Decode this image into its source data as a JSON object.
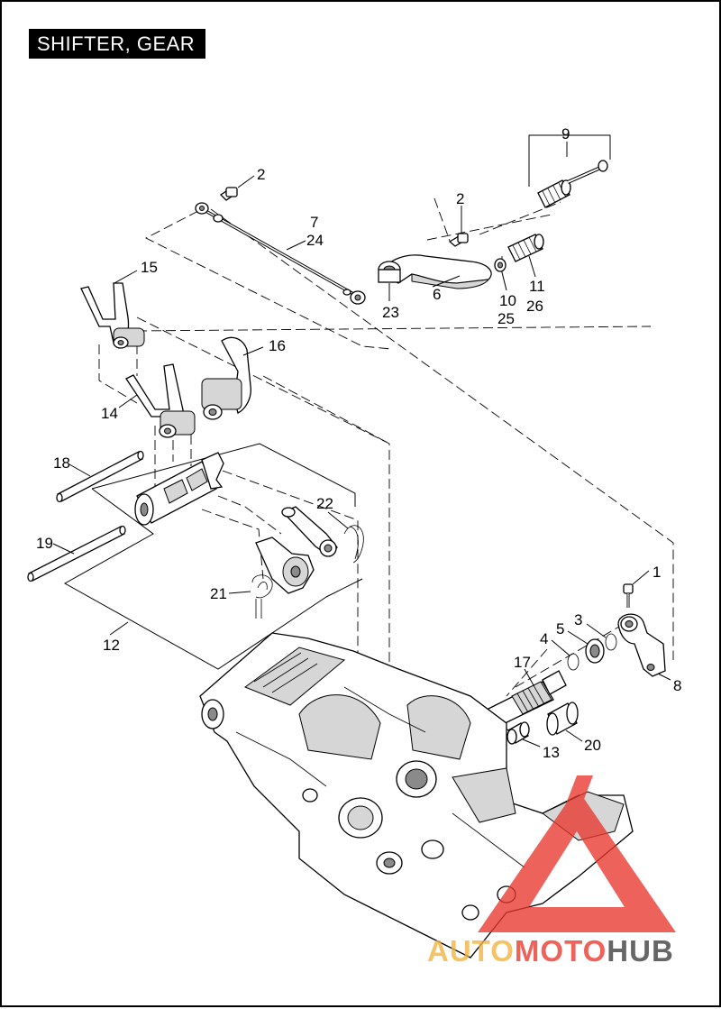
{
  "title": "SHIFTER, GEAR",
  "callouts": [
    {
      "id": "c1",
      "text": "1"
    },
    {
      "id": "c2a",
      "text": "2"
    },
    {
      "id": "c2b",
      "text": "2"
    },
    {
      "id": "c3",
      "text": "3"
    },
    {
      "id": "c4",
      "text": "4"
    },
    {
      "id": "c5",
      "text": "5"
    },
    {
      "id": "c6",
      "text": "6"
    },
    {
      "id": "c7",
      "text": "7"
    },
    {
      "id": "c24",
      "text": "24"
    },
    {
      "id": "c8",
      "text": "8"
    },
    {
      "id": "c9",
      "text": "9"
    },
    {
      "id": "c10",
      "text": "10"
    },
    {
      "id": "c25",
      "text": "25"
    },
    {
      "id": "c11",
      "text": "11"
    },
    {
      "id": "c26",
      "text": "26"
    },
    {
      "id": "c12",
      "text": "12"
    },
    {
      "id": "c13",
      "text": "13"
    },
    {
      "id": "c14",
      "text": "14"
    },
    {
      "id": "c15",
      "text": "15"
    },
    {
      "id": "c16",
      "text": "16"
    },
    {
      "id": "c17",
      "text": "17"
    },
    {
      "id": "c18",
      "text": "18"
    },
    {
      "id": "c19",
      "text": "19"
    },
    {
      "id": "c20",
      "text": "20"
    },
    {
      "id": "c21",
      "text": "21"
    },
    {
      "id": "c22",
      "text": "22"
    },
    {
      "id": "c23",
      "text": "23"
    }
  ],
  "watermark": {
    "word_part1": "AUTO",
    "word_part2": "MOTO",
    "word_part3": "HUB",
    "color_primary": "#e8382f",
    "color_secondary": "#f2b33d",
    "color_dark": "#3c3c3c"
  }
}
